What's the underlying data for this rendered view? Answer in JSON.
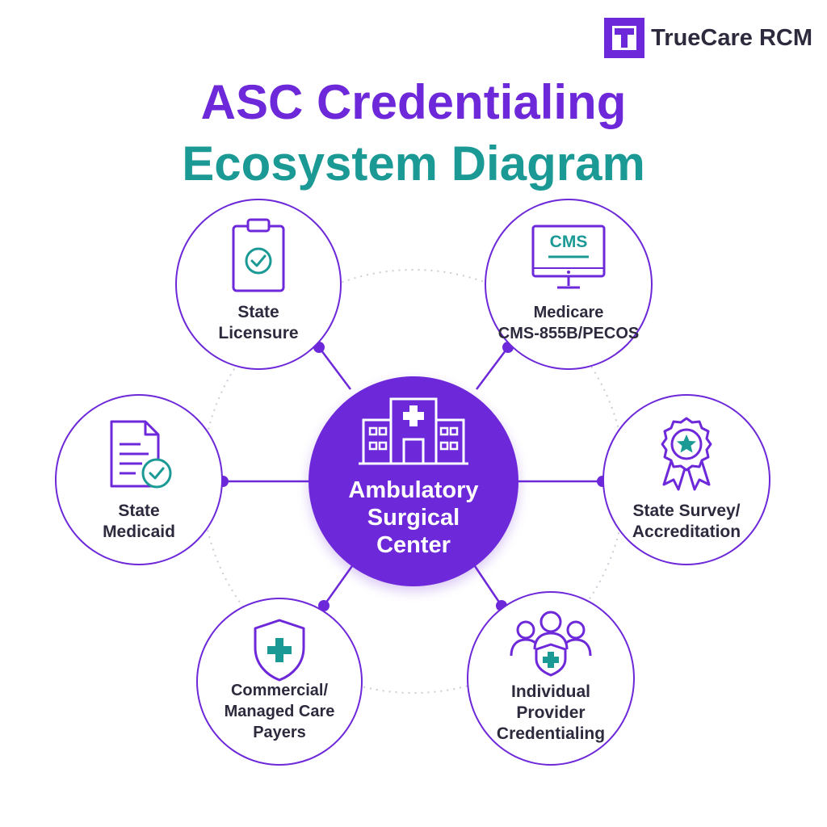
{
  "brand": {
    "name": "TrueCare RCM",
    "logo_icon": "t-logo-icon"
  },
  "title": {
    "line1": "ASC Credentialing",
    "line2": "Ecosystem Diagram"
  },
  "colors": {
    "primary": "#6d28d9",
    "accent": "#1b9a95",
    "text": "#2e2a3d"
  },
  "center": {
    "label": "Ambulatory\nSurgical\nCenter",
    "icon": "hospital-icon"
  },
  "nodes": {
    "state_licensure": {
      "label": "State\nLicensure",
      "icon": "clipboard-check-icon"
    },
    "medicare": {
      "label": "Medicare\nCMS-855B/PECOS",
      "icon": "monitor-icon",
      "screen_text": "CMS"
    },
    "state_medicaid": {
      "label": "State\nMedicaid",
      "icon": "document-check-icon"
    },
    "state_survey": {
      "label": "State Survey/\nAccreditation",
      "icon": "award-ribbon-icon"
    },
    "commercial": {
      "label": "Commercial/\nManaged Care\nPayers",
      "icon": "shield-plus-icon"
    },
    "individual": {
      "label": "Individual\nProvider\nCredentialing",
      "icon": "people-group-icon"
    }
  }
}
